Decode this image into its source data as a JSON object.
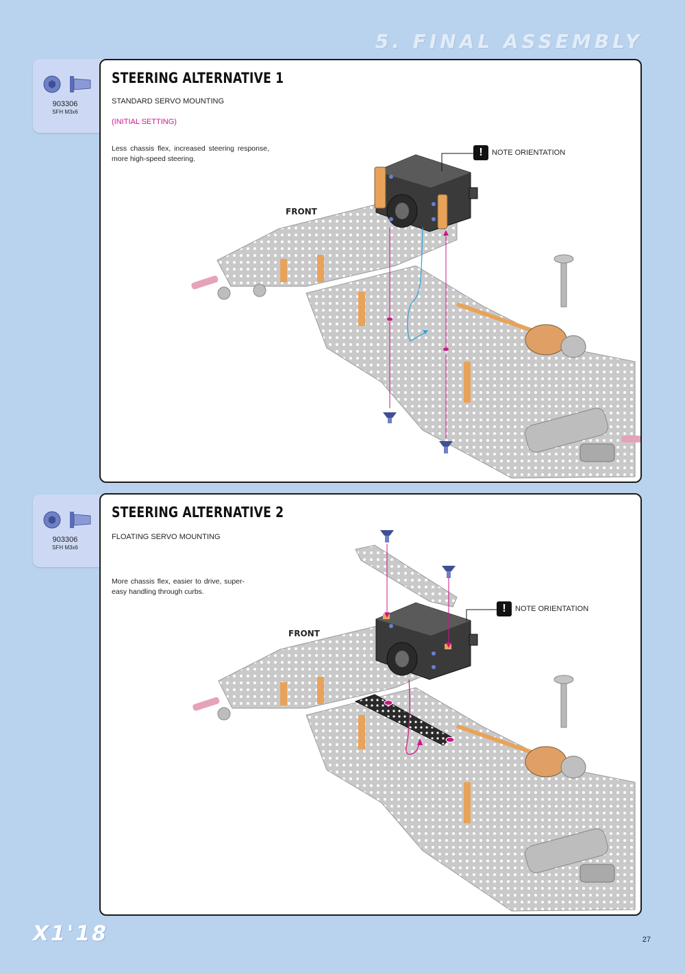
{
  "header": {
    "section_title": "5. FINAL ASSEMBLY"
  },
  "steps": [
    {
      "hardware": {
        "code": "903306",
        "desc": "SFH M3x6",
        "icons": [
          "screw-head-icon",
          "screw-side-icon"
        ]
      },
      "title": "STEERING ALTERNATIVE 1",
      "subtitle": "STANDARD SERVO MOUNTING",
      "setting": "(INITIAL SETTING)",
      "description": "Less chassis flex, increased steering response, more high-speed steering.",
      "note": "NOTE ORIENTATION",
      "front_label": "FRONT"
    },
    {
      "hardware": {
        "code": "903306",
        "desc": "SFH M3x6",
        "icons": [
          "screw-head-icon",
          "screw-side-icon"
        ]
      },
      "title": "STEERING ALTERNATIVE 2",
      "subtitle": "FLOATING SERVO MOUNTING",
      "description": "More chassis flex, easier to drive, super-easy handling through curbs.",
      "note": "NOTE ORIENTATION",
      "front_label": "FRONT"
    }
  ],
  "colors": {
    "accent_pink": "#d0138c",
    "panel_tab": "#cdd9f4",
    "background": "#b9d2ee",
    "aluminum_orange": "#e8a35a"
  },
  "footer": {
    "brand": "X1'18",
    "page_number": "27"
  }
}
